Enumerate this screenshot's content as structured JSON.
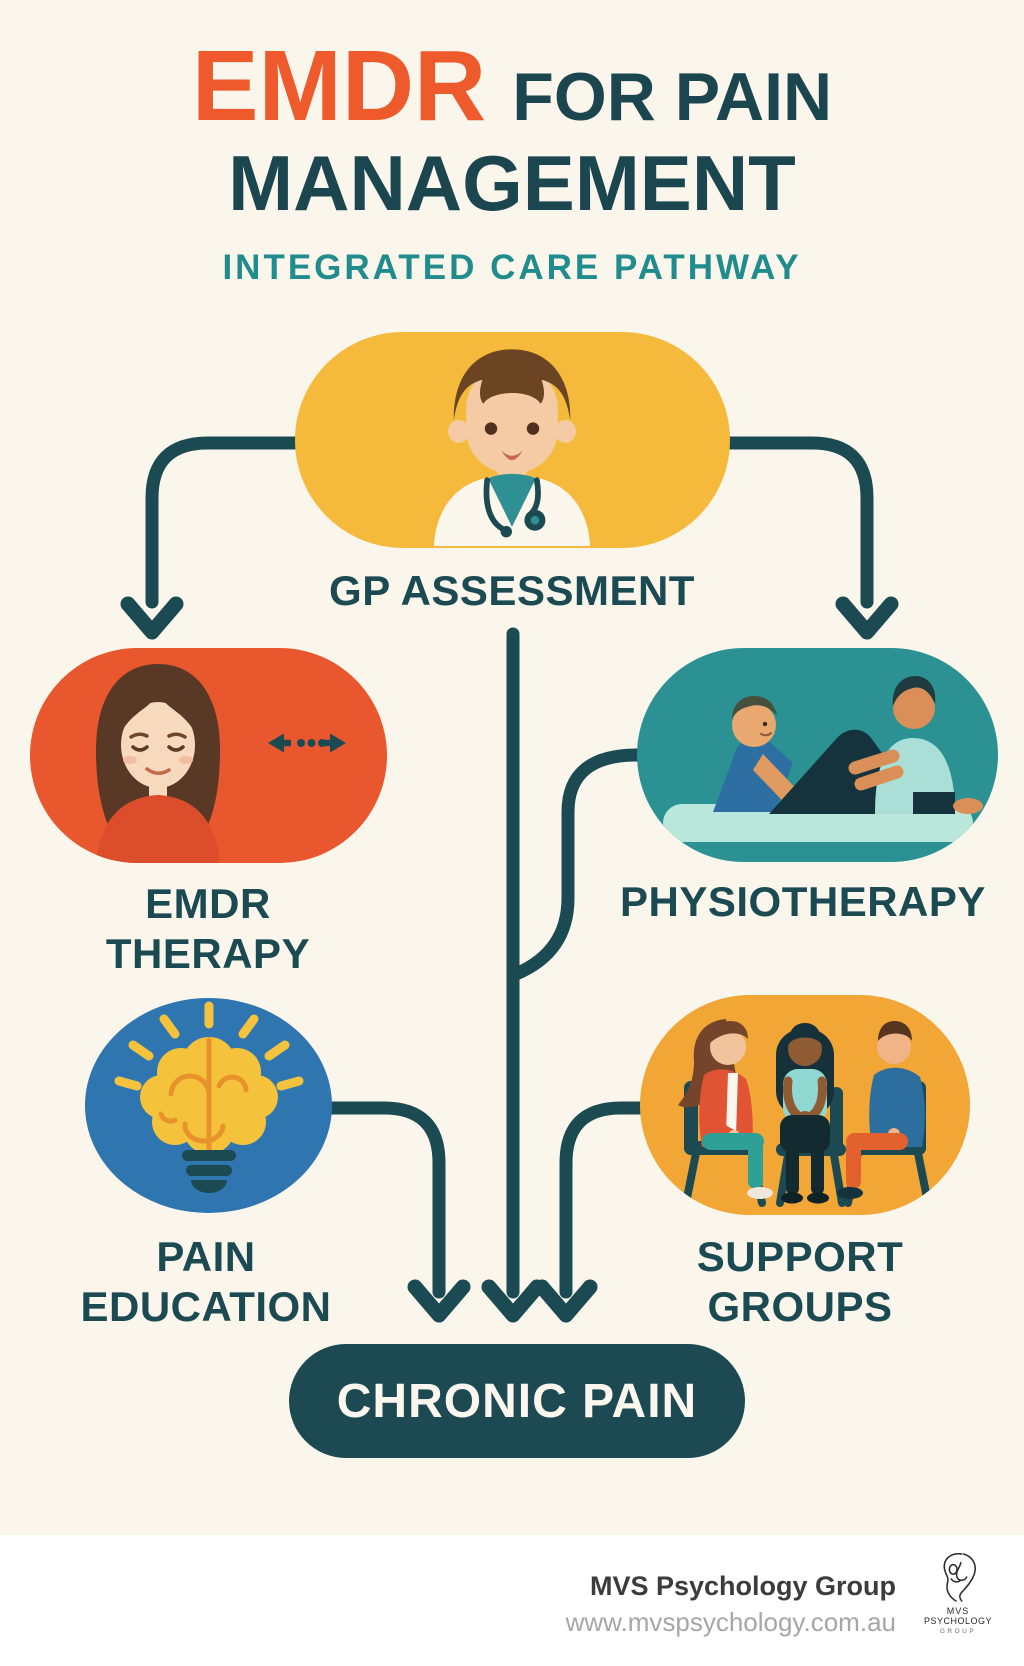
{
  "title": {
    "accent": "EMDR",
    "rest": "FOR PAIN",
    "line2": "MANAGEMENT",
    "subtitle": "INTEGRATED CARE PATHWAY"
  },
  "diagram": {
    "nodes": [
      {
        "id": "gp",
        "label": "GP ASSESSMENT",
        "shape": "pill",
        "color": "#F5B93C",
        "icon": "doctor-illustration"
      },
      {
        "id": "emdr",
        "label": "EMDR THERAPY",
        "label_lines": [
          "EMDR",
          "THERAPY"
        ],
        "shape": "pill",
        "color": "#E8572E",
        "icon": "emdr-client-illustration",
        "secondary_icon": "bilateral-stimulation-arrows-icon"
      },
      {
        "id": "physio",
        "label": "PHYSIOTHERAPY",
        "shape": "pill",
        "color": "#2B9193",
        "icon": "physiotherapy-session-illustration"
      },
      {
        "id": "pain_education",
        "label": "PAIN EDUCATION",
        "label_lines": [
          "PAIN",
          "EDUCATION"
        ],
        "shape": "circle",
        "color": "#2F76B1",
        "icon": "brain-lightbulb-icon"
      },
      {
        "id": "support",
        "label": "SUPPORT GROUPS",
        "label_lines": [
          "SUPPORT",
          "GROUPS"
        ],
        "shape": "pill",
        "color": "#F2A636",
        "icon": "support-group-illustration"
      },
      {
        "id": "chronic_pain",
        "label": "CHRONIC PAIN",
        "shape": "pill",
        "color": "#1D4A52",
        "text_color": "#FFFFFF"
      }
    ],
    "edges": [
      {
        "from": "GP ASSESSMENT",
        "to": "EMDR THERAPY"
      },
      {
        "from": "GP ASSESSMENT",
        "to": "PHYSIOTHERAPY"
      },
      {
        "from": "GP ASSESSMENT",
        "to": "CHRONIC PAIN"
      },
      {
        "from": "PHYSIOTHERAPY",
        "to": "CHRONIC PAIN"
      },
      {
        "from": "PAIN EDUCATION",
        "to": "CHRONIC PAIN"
      },
      {
        "from": "SUPPORT GROUPS",
        "to": "CHRONIC PAIN"
      }
    ]
  },
  "footer": {
    "org": "MVS Psychology Group",
    "url": "www.mvspsychology.com.au",
    "logo": {
      "icon": "mvs-line-art-face-icon",
      "line1": "MVS",
      "line2": "PSYCHOLOGY",
      "line3": "GROUP"
    }
  },
  "colors": {
    "background": "#FAF6EC",
    "ink": "#1C4A52",
    "title_accent": "#EE5A2C",
    "subtitle_teal": "#208C8D",
    "gp_yellow": "#F5B93C",
    "emdr_orange": "#E8572E",
    "physio_teal": "#2B9193",
    "pain_blue": "#2F76B1",
    "support_orange": "#F2A636",
    "chronic_dark": "#1D4A52",
    "footer_band": "#FFFFFF",
    "footer_text": "#3C3C3C",
    "footer_url": "#A6A6A6"
  }
}
